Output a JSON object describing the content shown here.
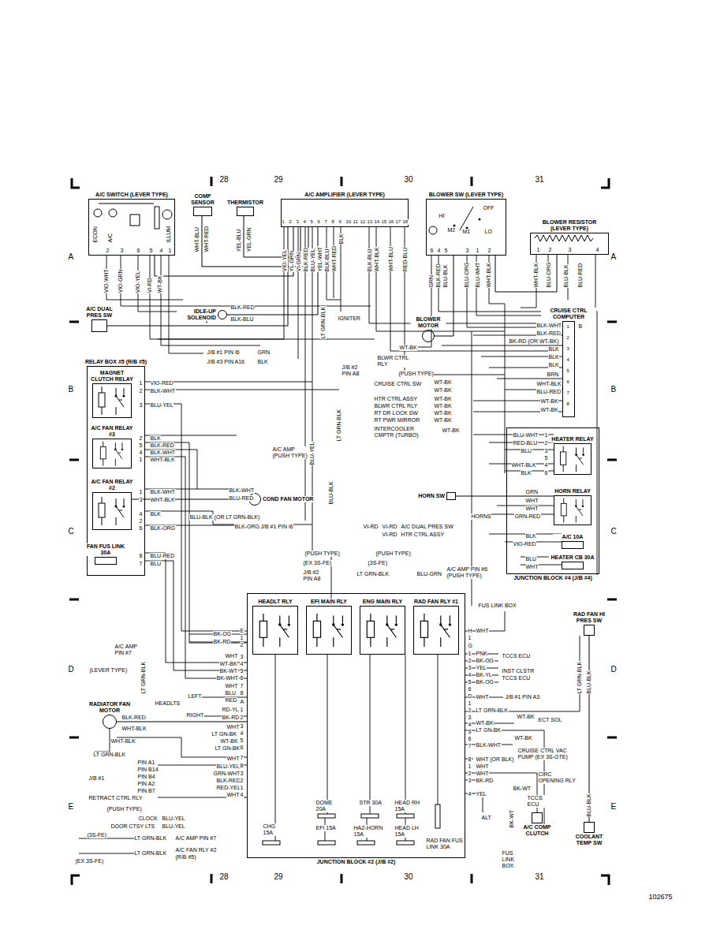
{
  "diagram": {
    "nodes": [
      {
        "text": [
          "A/C SWITCH (LEVER TYPE)"
        ]
      },
      {
        "text": [
          "COMP SENSOR"
        ]
      },
      {
        "text": [
          "THERMISTOR"
        ]
      },
      {
        "text": [
          "A/C AMPLIFIER (LEVER TYPE)"
        ]
      },
      {
        "text": [
          "BLOWER SW (LEVER TYPE)"
        ]
      },
      {
        "text": [
          "BLOWER RESISTOR (LEVER TYPE)"
        ]
      },
      {
        "text": [
          "A/C DUAL PRES SW"
        ]
      },
      {
        "text": [
          "IDLE-UP SOLENOID"
        ]
      },
      {
        "text": [
          "RELAY BOX #5 (R/B #5)"
        ]
      },
      {
        "text": [
          "MAGNET CLUTCH RELAY"
        ],
        "in": 8
      },
      {
        "text": [
          "A/C FAN RELAY #3"
        ],
        "in": 8
      },
      {
        "text": [
          "A/C FAN RELAY #2"
        ],
        "in": 8
      },
      {
        "text": [
          "FAN FUS LINK 30A"
        ],
        "in": 8
      },
      {
        "text": [
          "BLOWER MOTOR"
        ]
      },
      {
        "text": [
          "CRUISE CTRL COMPUTER"
        ]
      },
      {
        "text": [
          "JUNCTION BLOCK #4 (J/B #4)"
        ]
      },
      {
        "text": [
          "HEATER RELAY"
        ],
        "in": 15
      },
      {
        "text": [
          "HORN RELAY"
        ],
        "in": 15
      },
      {
        "text": [
          "A/C 10A"
        ],
        "in": 15
      },
      {
        "text": [
          "HEATER CB 30A"
        ],
        "in": 15
      },
      {
        "text": [
          "HORN SW"
        ]
      },
      {
        "text": [
          "COND FAN MOTOR"
        ]
      },
      {
        "text": [
          "JUNCTION BLOCK #2 (J/B #2)"
        ]
      },
      {
        "text": [
          "HEADLT RLY"
        ],
        "in": 22
      },
      {
        "text": [
          "EFI MAIN RLY"
        ],
        "in": 22
      },
      {
        "text": [
          "ENG MAIN RLY"
        ],
        "in": 22
      },
      {
        "text": [
          "RAD FAN RLY #1"
        ],
        "in": 22
      },
      {
        "text": [
          "RADIATOR FAN MOTOR"
        ]
      },
      {
        "text": [
          "RAD FAN HI PRES SW"
        ]
      },
      {
        "text": [
          "COOLANT TEMP SW"
        ]
      },
      {
        "text": [
          "A/C COMP CLUTCH"
        ]
      }
    ],
    "edges": [
      {
        "from": 0,
        "to": 3,
        "arrow": "none"
      },
      {
        "from": 1,
        "to": 3,
        "arrow": "none"
      },
      {
        "from": 2,
        "to": 3,
        "arrow": "none"
      },
      {
        "from": 4,
        "to": 5,
        "arrow": "none"
      },
      {
        "from": 13,
        "to": 4,
        "arrow": "none"
      },
      {
        "from": 11,
        "to": 21,
        "arrow": "none"
      },
      {
        "from": 20,
        "to": 17,
        "arrow": "none"
      },
      {
        "from": 27,
        "to": 22,
        "arrow": "none"
      },
      {
        "from": 28,
        "to": 29,
        "arrow": "none"
      },
      {
        "from": 7,
        "to": 3,
        "arrow": "none"
      },
      {
        "from": 6,
        "to": 3,
        "arrow": "none"
      }
    ],
    "labels": [
      "28",
      "29",
      "30",
      "31",
      "28",
      "29",
      "30",
      "31",
      "A",
      "A",
      "B",
      "B",
      "C",
      "C",
      "D",
      "D",
      "E",
      "E",
      "102675",
      "ECON",
      "A/C",
      "ILLUM",
      "2",
      "3",
      "6",
      "5",
      "4",
      "1",
      "VIO-WHT",
      "VIO-GRN",
      "VIO-YEL",
      "VI-RD",
      "WT-BK",
      "WHT-BLU",
      "WHT-RED",
      "YEL-BLU",
      "YEL-GRN",
      "1",
      "2",
      "3",
      "4",
      "5",
      "6",
      "7",
      "8",
      "9",
      "10",
      "11",
      "12",
      "13",
      "14",
      "15",
      "16",
      "17",
      "18",
      "VIO-YEL",
      "YL-GRN",
      "VI-GRN",
      "BLK-RED",
      "BLU-YEL",
      "YEL-WHT",
      "BLK-BLU",
      "WHT-RED",
      "BLK",
      "BLK-BLU",
      "WHT-BLK",
      "WHT-BLU",
      "RED-BLU",
      "BLK-RED",
      "BLK-BLU",
      "LT GRN-BLK",
      "IGNITER",
      "HI",
      "OFF",
      "M2",
      "M1",
      "LO",
      "6",
      "4",
      "5",
      "3",
      "1",
      "2",
      "GRN",
      "BLK-RED",
      "BLU-BLK",
      "BLU-ORG",
      "BLU-WHT",
      "WHT-BLK",
      "1",
      "2",
      "3",
      "4",
      "WHT-BLK",
      "BLU-ORG",
      "BLU-BLK",
      "BLU-RED",
      "B",
      "BLK-WHT",
      "BLK-RED",
      "BK-RD (OR WT-BK)",
      "BLK",
      "BLK",
      "BLK",
      "BRN",
      "WHT-BLK",
      "BLU-RED",
      "WT-BK",
      "WT-BK",
      "1",
      "2",
      "3",
      "4",
      "5",
      "6",
      "7",
      "8",
      "WT-BK",
      "BLWR CTRL RLY",
      "(PUSH TYPE)",
      "CRUISE CTRL SW",
      "WT-BK",
      "WT-BK",
      "HTR CTRL ASSY",
      "BLWR CTRL RLY",
      "RT DR LOCK SW",
      "RT PWR MIRROR",
      "WT-BK",
      "WT-BK",
      "WT-BK",
      "WT-BK",
      "INTERCOOLER CMPTR (TURBO)",
      "WT-BK",
      "J/B #1 PIN I6",
      "GRN",
      "J/B #3 PIN A16",
      "BLK",
      "J/B #2 PIN A8",
      "BLU-YEL",
      "LT GRN-BLK",
      "BLU-BLK",
      "A/C AMP (PUSH TYPE)",
      "1",
      "2",
      "3",
      "VIO-RED",
      "BLK-WHT",
      "BLU-YEL",
      "2",
      "5",
      "4",
      "1",
      "BLK",
      "BLK-RED",
      "BLK-WHT",
      "WHT-BLK",
      "1",
      "3",
      "4",
      "2",
      "6",
      "BLK-WHT",
      "WHT-BLK",
      "BLK",
      "BLK-ORG",
      "8",
      "7",
      "BLU-RED",
      "BLU",
      "BLK-WHT",
      "BLU-RED",
      "BLU-BLK (OR LT GRN-BLK)",
      "BLK-ORG",
      "J/B #1 PIN I6",
      "VI-RD",
      "VI-RD",
      "VI-RD",
      "A/C DUAL PRES SW",
      "HTR CTRL ASSY",
      "(PUSH TYPE)",
      "(PUSH TYPE)",
      "(EX 3S-FE)",
      "J/B #2 PIN A8",
      "(3S-FE)",
      "LT GRN-BLK",
      "BLU-GRN",
      "A/C AMP PIN #6 (PUSH TYPE)",
      "BLU-WHT",
      "RED-BLU",
      "BLU",
      "WHT-BLK",
      "BLK",
      "1",
      "2",
      "3",
      "5",
      "4",
      "6",
      "GRN",
      "WHT",
      "WHT",
      "GRN-RED",
      "HORNS",
      "BLK",
      "VIO-RED",
      "BLU",
      "WHT",
      "FUS LINK BOX",
      "BK-OG",
      "BK-RD",
      "WHT",
      "WT-BK",
      "BK-WT",
      "BK-WHT",
      "WHT",
      "BLU",
      "HEADLTS",
      "LEFT",
      "RED",
      "RIGHT",
      "RD-YL",
      "BK-RD",
      "WHT",
      "LT GN-BK",
      "WT-BK",
      "LT GN-BK",
      "WHT",
      "BLU-YEL",
      "GRN-WHT",
      "BLK-RED",
      "RED-YEL",
      "WHT",
      "A/C AMP PIN #7",
      "(LEVER TYPE)",
      "LT GRN-BLK",
      "BLK-RED",
      "WHT-BLK",
      "WHT-BLK",
      "LT GRN-BLK",
      "J/B #1",
      "PIN A1",
      "PIN B14",
      "PIN B4",
      "PIN A2",
      "PIN B7",
      "RETRACT CTRL RLY",
      "(PUSH TYPE)",
      "CLOCK",
      "DOOR CTSY LTS",
      "BLU-YEL",
      "BLU-YEL",
      "(3S-FE)",
      "LT GRN-BLK",
      "A/C AMP PIN #7",
      "LT GRN-BLK",
      "A/C FAN RLY #2",
      "(R/B #5)",
      "(EX 3S-FE)",
      "E",
      "1",
      "2",
      "3",
      "4",
      "5",
      "6",
      "7",
      "8",
      "A",
      "1",
      "2",
      "3",
      "4",
      "5",
      "6",
      "7",
      "8",
      "3",
      "2",
      "1",
      "4",
      "H",
      "1",
      "G",
      "1",
      "2",
      "3",
      "4",
      "5",
      "6",
      "D",
      "1",
      "2",
      "3",
      "4",
      "5",
      "6",
      "7",
      "8",
      "1",
      "2",
      "3",
      "4",
      "WHT",
      "PNK",
      "TCCS ECU",
      "BK-OG",
      "YEL",
      "INST CLSTR",
      "BK-YL",
      "TCCS ECU",
      "BK-OG",
      "WHT",
      "J/B #1 PIN A3",
      "LT GRN-BLK",
      "WT-BK",
      "ECT SOL",
      "WT-BK",
      "LT GN-BK",
      "WT-BK",
      "BLK-WHT",
      "CRUISE CTRL VAC PUMP (EX 3S-GTE)",
      "WHT (OR BLK)",
      "WHT",
      "WHT",
      "BK-RD",
      "CIRC OPENING RLY",
      "BK-WT",
      "TCCS ECU",
      "YEL",
      "ALT",
      "BK-WT",
      "BLU-BLK",
      "LT GRN-BLK",
      "BLU-BLK",
      "FUS LINK BOX",
      "DOME 20A",
      "STR 30A",
      "HEAD RH 15A",
      "CHG 15A",
      "EFI 15A",
      "HAZ-HORN 15A",
      "HEAD LH 15A",
      "RAD FAN FUS LINK 30A"
    ]
  }
}
